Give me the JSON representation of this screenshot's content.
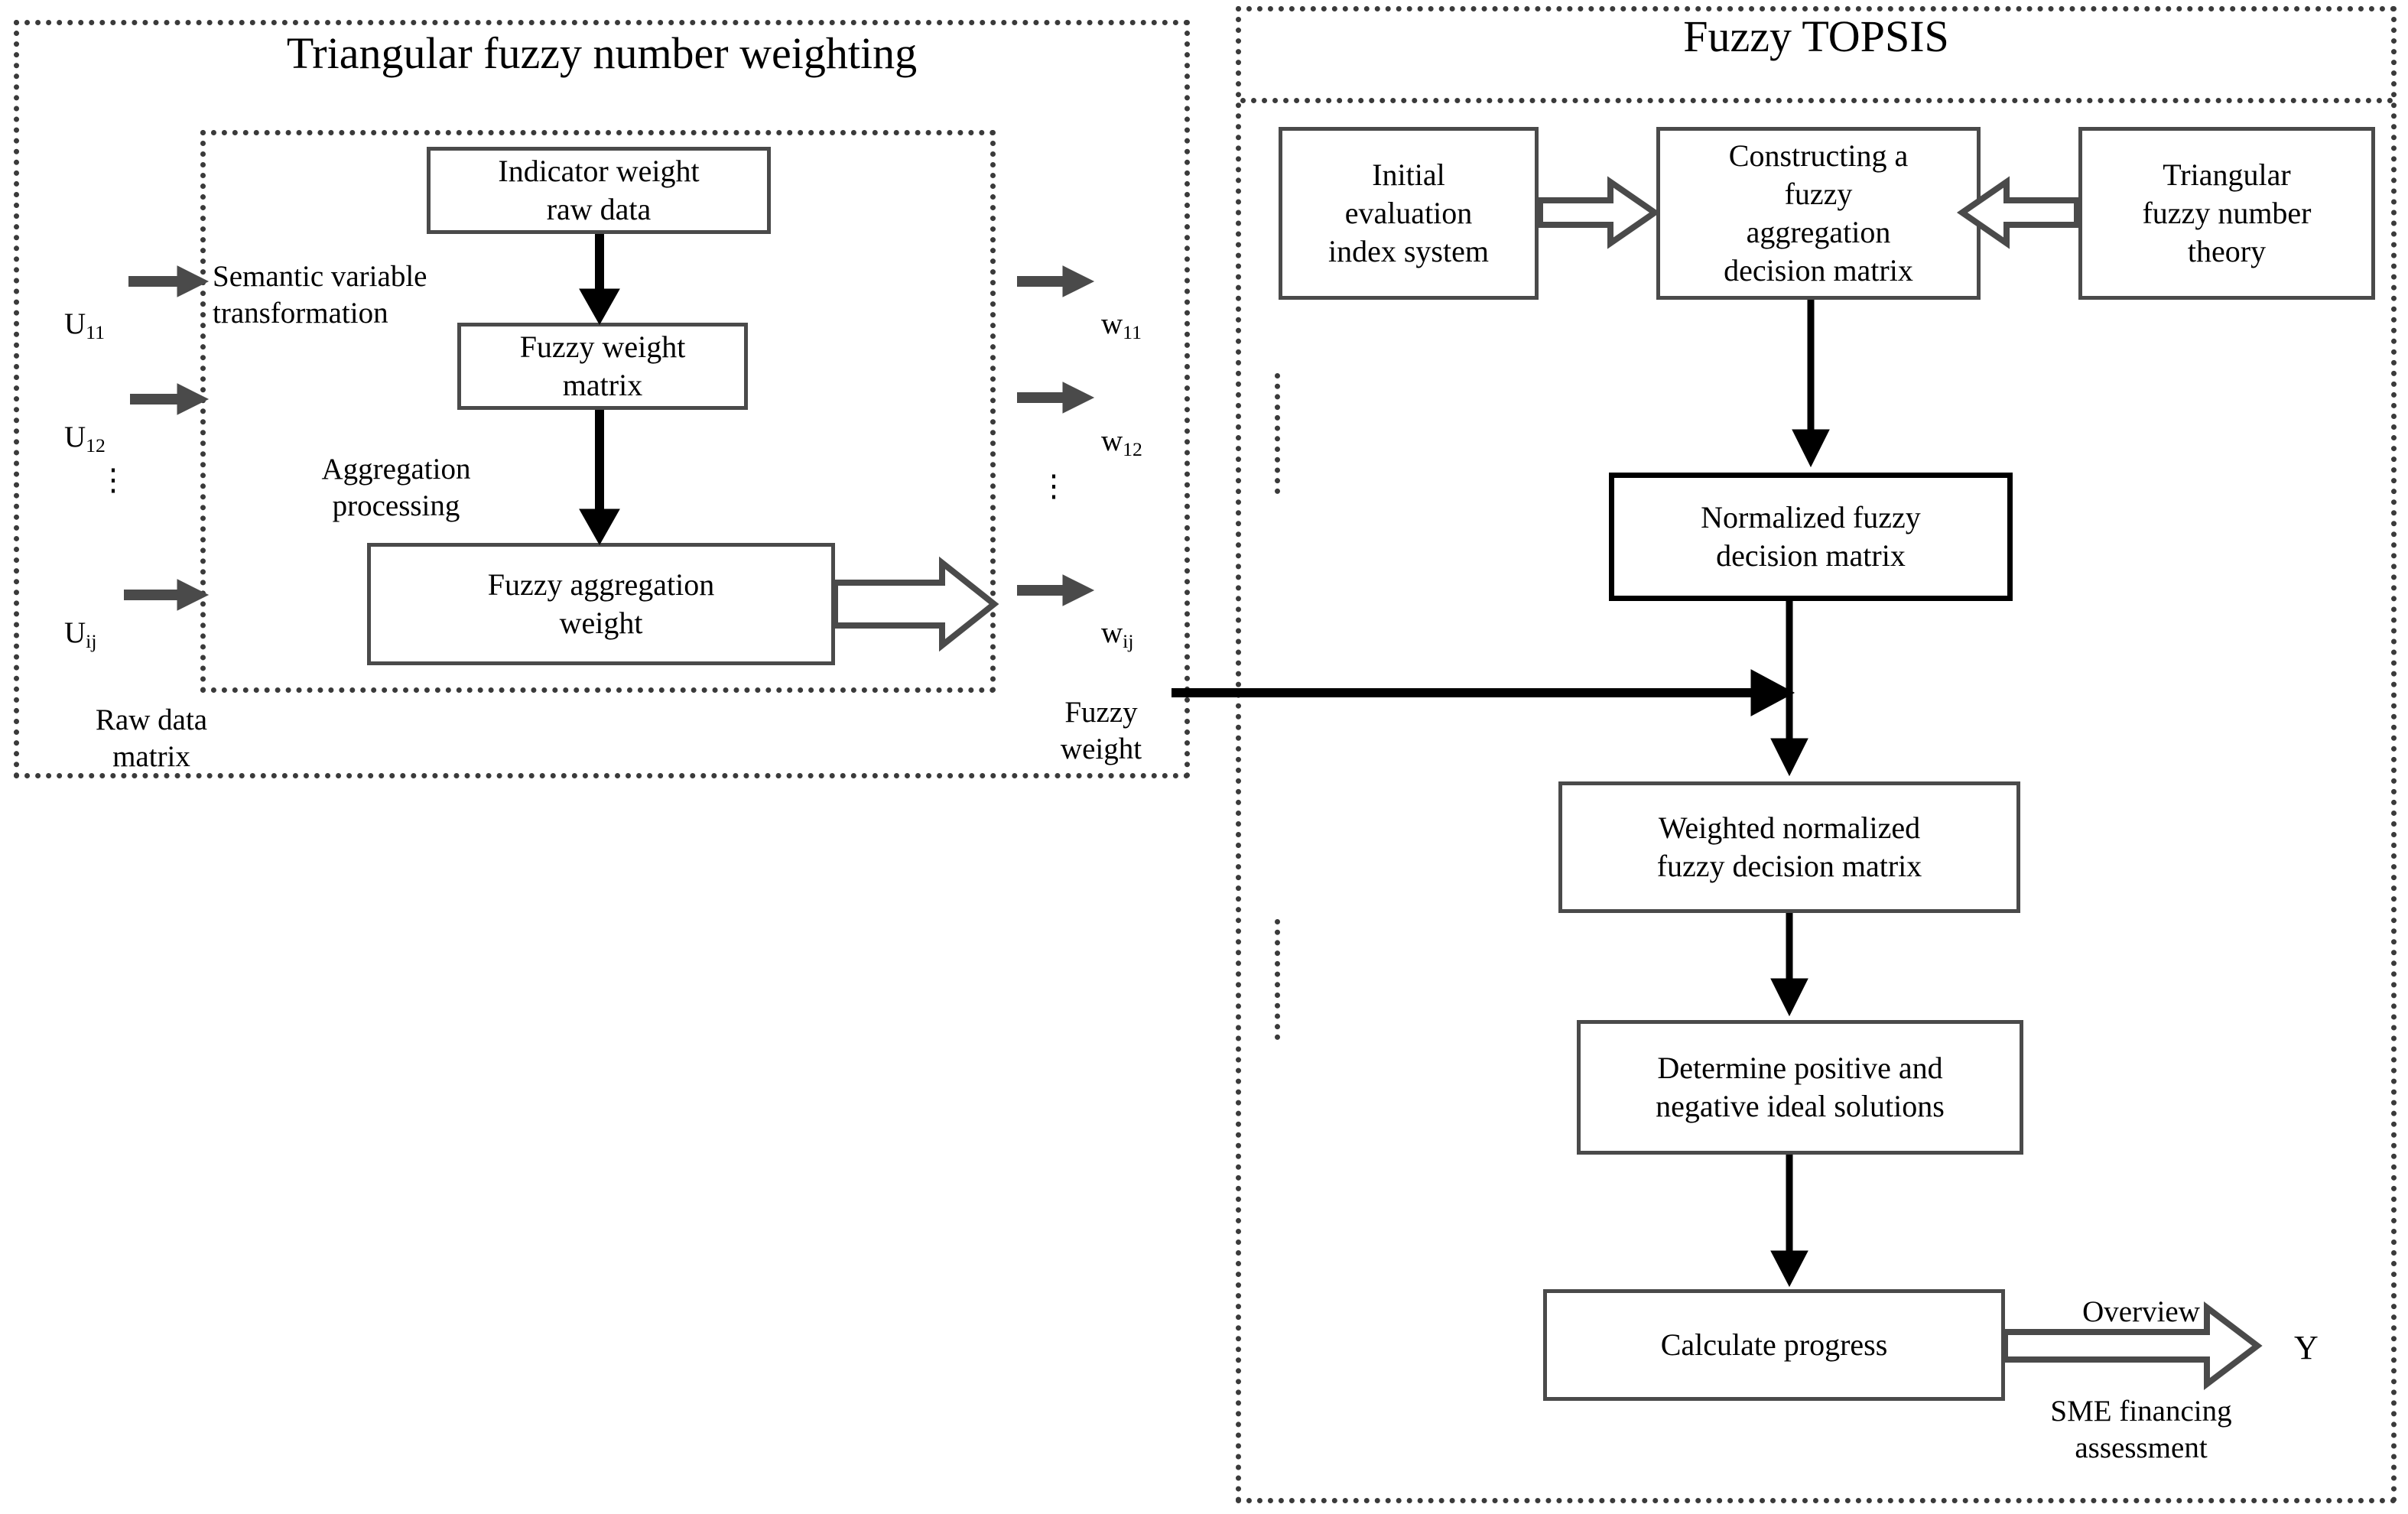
{
  "left_panel": {
    "title": "Triangular fuzzy number weighting",
    "inner_process_labels": {
      "semantic": "Semantic variable\ntransformation",
      "aggregation": "Aggregation\nprocessing"
    },
    "boxes": [
      {
        "id": "indicator-weight-raw-data",
        "label": "Indicator weight\nraw data"
      },
      {
        "id": "fuzzy-weight-matrix",
        "label": "Fuzzy weight\nmatrix"
      },
      {
        "id": "fuzzy-aggregation-weight",
        "label": "Fuzzy aggregation\nweight"
      }
    ],
    "inputs": [
      {
        "base": "U",
        "sub": "11"
      },
      {
        "base": "U",
        "sub": "12"
      },
      {
        "base": "U",
        "sub": "ij"
      }
    ],
    "outputs": [
      {
        "base": "w",
        "sub": "11"
      },
      {
        "base": "w",
        "sub": "12"
      },
      {
        "base": "w",
        "sub": "ij"
      }
    ],
    "input_caption": "Raw data\nmatrix",
    "output_caption": "Fuzzy\nweight",
    "ellipsis": "⋮"
  },
  "right_panel": {
    "title": "Fuzzy TOPSIS",
    "boxes": [
      {
        "id": "initial-evaluation-index-system",
        "label": "Initial\nevaluation\nindex system"
      },
      {
        "id": "constructing-a-fuzzy-aggregation-decision-matrix",
        "label": "Constructing a\nfuzzy\naggregation\ndecision matrix"
      },
      {
        "id": "triangular-fuzzy-number-theory",
        "label": "Triangular\nfuzzy number\ntheory"
      },
      {
        "id": "normalized-fuzzy-decision-matrix",
        "label": "Normalized fuzzy\ndecision matrix"
      },
      {
        "id": "weighted-normalized-fuzzy-decision-matrix",
        "label": "Weighted normalized\nfuzzy decision matrix"
      },
      {
        "id": "determine-positive-and-negative-ideal-solutions",
        "label": "Determine positive and\nnegative ideal solutions"
      },
      {
        "id": "calculate-progress",
        "label": "Calculate progress"
      }
    ],
    "output_top_label": "Overview",
    "output_bottom_label": "SME financing\nassessment",
    "output_symbol": "Y"
  },
  "colors": {
    "line": "#4a4a4a",
    "heavy_line": "#000000",
    "text": "#000000",
    "background": "#ffffff"
  }
}
